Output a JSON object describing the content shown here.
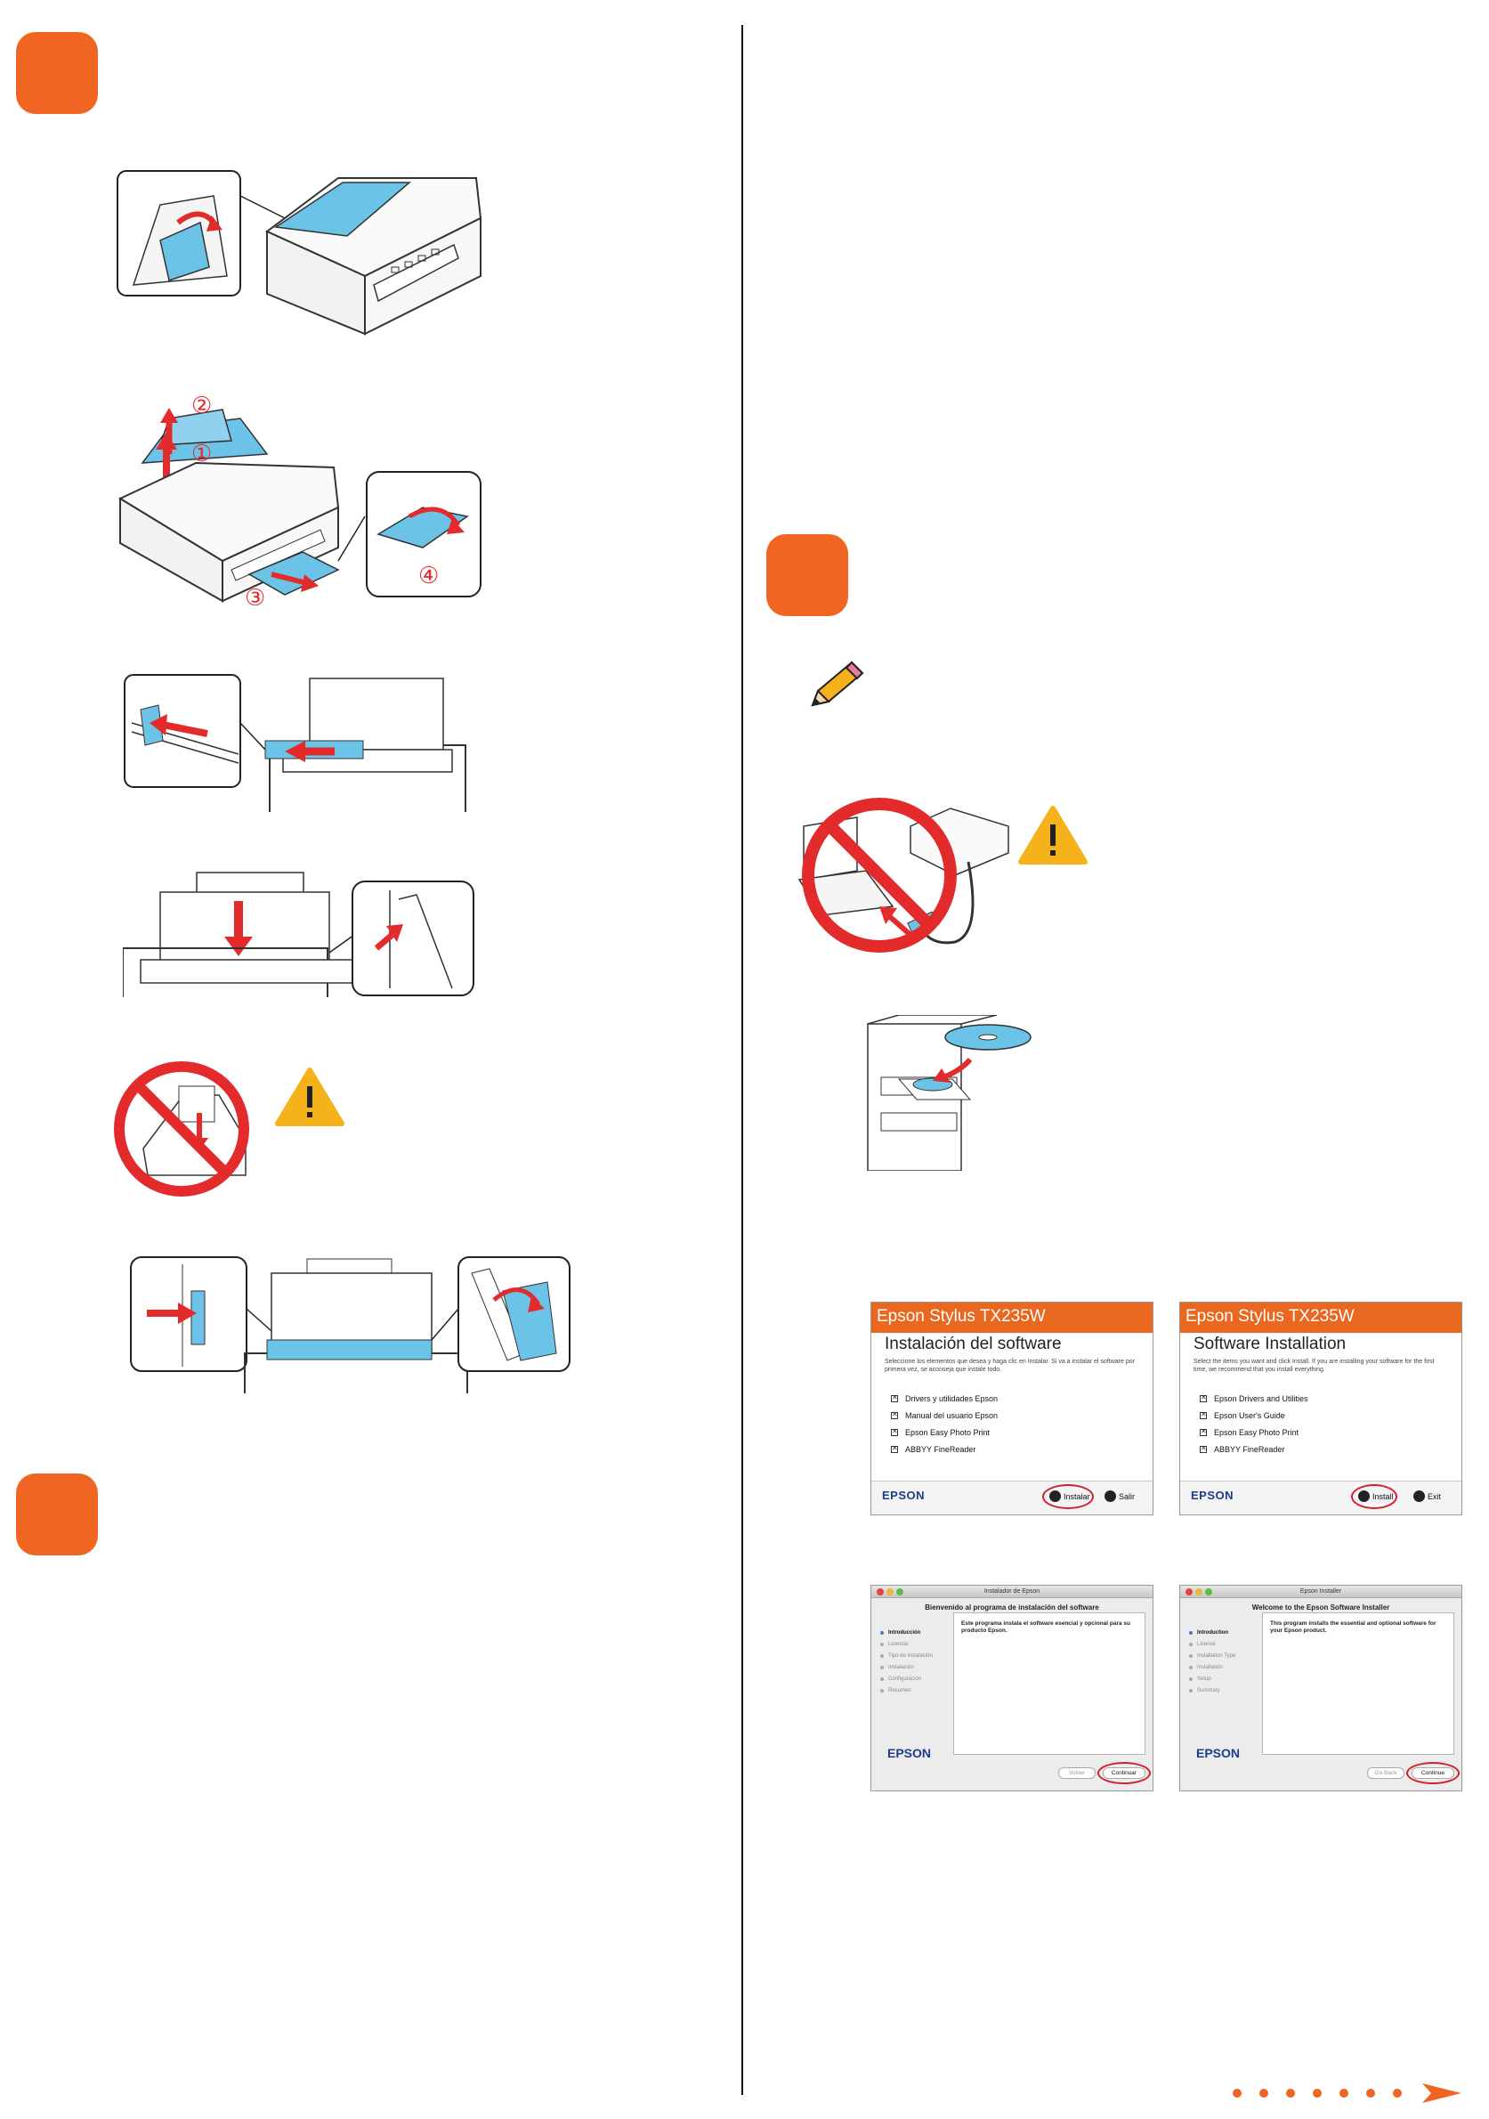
{
  "colors": {
    "accent": "#f06522",
    "blue": "#6cc3e8",
    "red_arrow": "#e32b2b",
    "warning": "#f6b21a"
  },
  "step_badges": [
    "step-badge-1",
    "step-badge-2",
    "step-badge-3"
  ],
  "illustrations": {
    "step2": {
      "cd_label": ""
    },
    "panel_numbers": [
      "②",
      "①",
      "③",
      "④"
    ]
  },
  "screens": {
    "spanish": {
      "bar_title": "Epson Stylus TX235W",
      "title": "Instalación del software",
      "description": "Seleccione los elementos que desea y haga clic en Instalar. Si va a instalar el software por primera vez, se aconseja que instale todo.",
      "items": [
        "Drivers y utilidades Epson",
        "Manual del usuario Epson",
        "Epson Easy Photo Print",
        "ABBYY FineReader"
      ],
      "logo": "EPSON",
      "install_button": "Instalar",
      "exit_button": "Salir"
    },
    "english": {
      "bar_title": "Epson Stylus TX235W",
      "title": "Software Installation",
      "description": "Select the items you want and click Install. If you are installing your software for the first time, we recommend that you install everything.",
      "items": [
        "Epson Drivers and Utilities",
        "Epson User's Guide",
        "Epson Easy Photo Print",
        "ABBYY FineReader"
      ],
      "logo": "EPSON",
      "install_button": "Install",
      "exit_button": "Exit"
    },
    "mac_spanish": {
      "window_title": "Instalador de Epson",
      "heading": "Bienvenido al programa de instalación del software",
      "steps": [
        "Introducción",
        "Licencia",
        "Tipo de instalación",
        "Instalación",
        "Configuración",
        "Resumen"
      ],
      "body": "Este programa instala el software esencial y opcional para su producto Epson.",
      "logo": "EPSON",
      "back_button": "Volver",
      "continue_button": "Continuar"
    },
    "mac_english": {
      "window_title": "Epson Installer",
      "heading": "Welcome to the Epson Software Installer",
      "steps": [
        "Introduction",
        "License",
        "Installation Type",
        "Installation",
        "Setup",
        "Summary"
      ],
      "body": "This program installs the essential and optional software for your Epson product.",
      "logo": "EPSON",
      "back_button": "Go Back",
      "continue_button": "Continue"
    }
  }
}
